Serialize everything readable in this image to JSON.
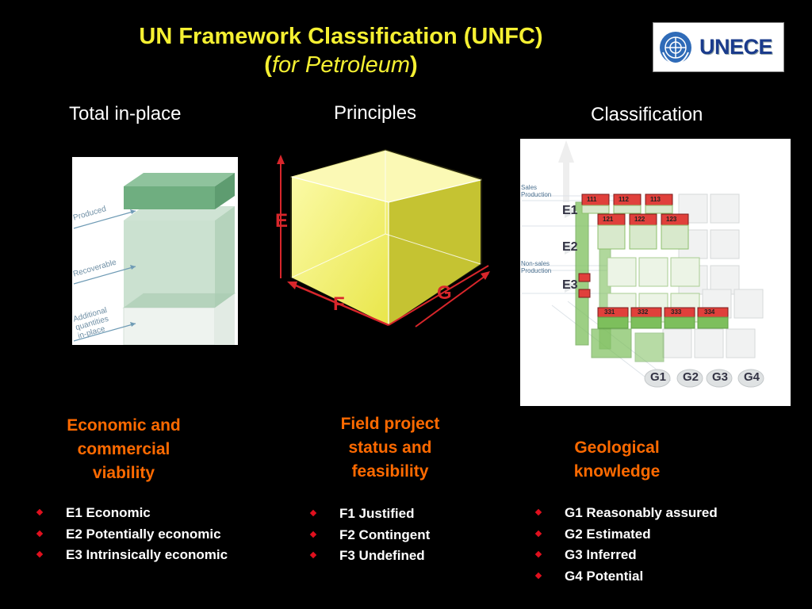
{
  "title": {
    "line1": "UN Framework Classification (UNFC)",
    "line2_open": "(",
    "line2_italic": "for Petroleum",
    "line2_close": ")"
  },
  "logo": {
    "text": "UNECE",
    "icon": "un-emblem-icon"
  },
  "columns": [
    {
      "heading": "Total in-place",
      "panel_labels": [
        "Produced",
        "Recoverable",
        "Additional quantities in-place"
      ],
      "subheading": [
        "Economic and",
        "commercial",
        "viability"
      ],
      "bullets": [
        "E1 Economic",
        "E2 Potentially economic",
        "E3 Intrinsically economic"
      ]
    },
    {
      "heading": "Principles",
      "axes": {
        "e": "E",
        "f": "F",
        "g": "G"
      },
      "subheading": [
        "Field project",
        "status and",
        "feasibility"
      ],
      "bullets": [
        "F1 Justified",
        "F2 Contingent",
        "F3 Undefined"
      ]
    },
    {
      "heading": "Classification",
      "side_labels": [
        "Sales",
        "Production",
        "Non-sales",
        "Production"
      ],
      "e_labels": [
        "E1",
        "E2",
        "E3"
      ],
      "g_labels": [
        "G1",
        "G2",
        "G3",
        "G4"
      ],
      "top_codes": [
        "111",
        "112",
        "113",
        "121",
        "122",
        "123"
      ],
      "bottom_codes": [
        "331",
        "332",
        "333",
        "334"
      ],
      "subheading": [
        "Geological",
        "knowledge"
      ],
      "bullets": [
        "G1 Reasonably assured",
        "G2 Estimated",
        "G3 Inferred",
        "G4 Potential"
      ]
    }
  ],
  "colors": {
    "title": "#f5f032",
    "subheading": "#ff6a00",
    "bullet": "#e0101e",
    "background": "#000000"
  }
}
